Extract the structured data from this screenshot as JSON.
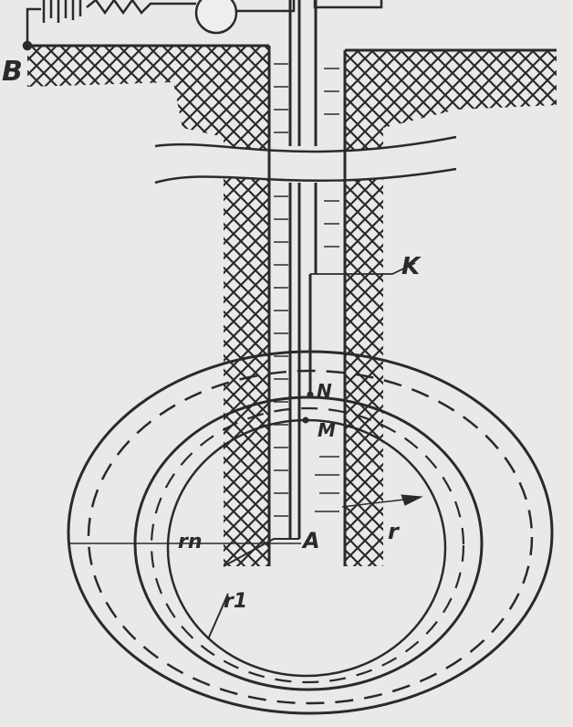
{
  "diagram": {
    "labels": {
      "ground_electrode": "B",
      "cable": "K",
      "electrode_n": "N",
      "electrode_m": "M",
      "source_point": "A",
      "radius": "r",
      "radius_n": "rn",
      "radius_1": "r1"
    },
    "colors": {
      "ink": "#2a2a2a",
      "paper": "#e9e9e7"
    }
  }
}
